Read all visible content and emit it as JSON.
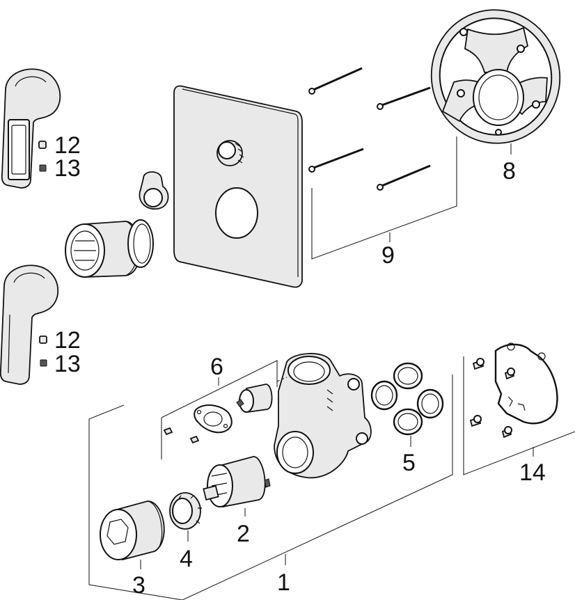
{
  "diagram": {
    "labels": {
      "l1": "1",
      "l2": "2",
      "l3": "3",
      "l4": "4",
      "l5": "5",
      "l6": "6",
      "l8": "8",
      "l9": "9",
      "l12a": "12",
      "l13a": "13",
      "l12b": "12",
      "l13b": "13",
      "l14": "14"
    }
  }
}
